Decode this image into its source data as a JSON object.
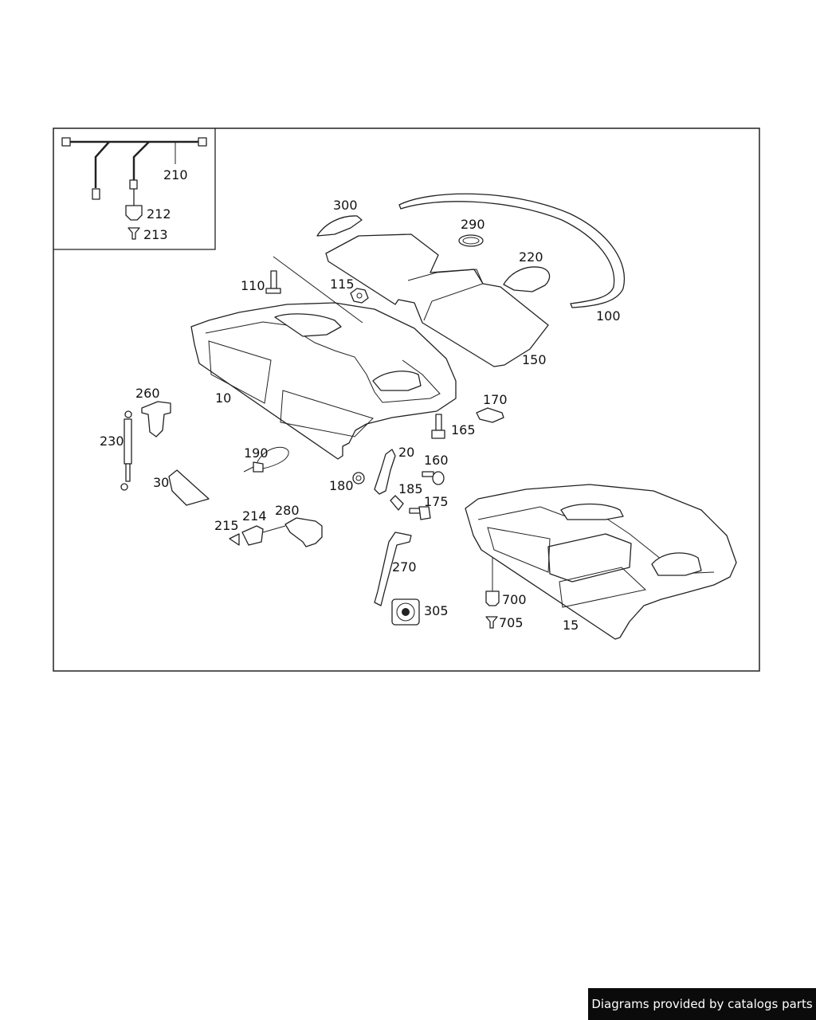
{
  "parts": {
    "p210": "210",
    "p212": "212",
    "p213": "213",
    "p300": "300",
    "p290": "290",
    "p220": "220",
    "p100": "100",
    "p110": "110",
    "p115": "115",
    "p150": "150",
    "p10": "10",
    "p260": "260",
    "p230": "230",
    "p170": "170",
    "p165": "165",
    "p190": "190",
    "p20": "20",
    "p160": "160",
    "p180": "180",
    "p185": "185",
    "p175": "175",
    "p30": "30",
    "p214": "214",
    "p280": "280",
    "p215": "215",
    "p270": "270",
    "p305": "305",
    "p700": "700",
    "p705": "705",
    "p15": "15"
  },
  "footer": {
    "credit": "Diagrams provided by catalogs parts"
  }
}
